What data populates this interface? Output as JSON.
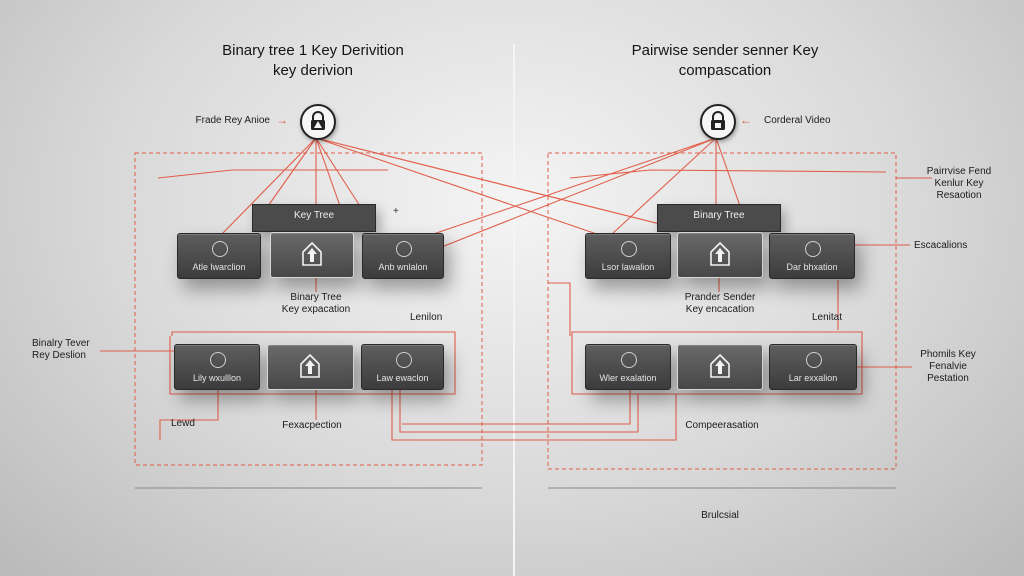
{
  "left": {
    "title_line1": "Binary tree 1 Key Derivition",
    "title_line2": "key derivion",
    "root_label": "Frade Rey Anioe",
    "header_box": "Key Tree",
    "row1": [
      "Atle lwarclion",
      "",
      "Anb wnlalon"
    ],
    "mid_label_line1": "Binary Tree",
    "mid_label_line2": "Key expacation",
    "side_label_line1": "Binalry Tever",
    "side_label_line2": "Rey Deslion",
    "small_right_label": "Lenilon",
    "row2": [
      "Lily wxulllon",
      "",
      "Law ewaclon"
    ],
    "bottom_left_label": "Lewd",
    "bottom_label": "Fexacpection"
  },
  "right": {
    "title_line1": "Pairwise sender senner Key",
    "title_line2": "compascation",
    "root_label": "Corderal Video",
    "header_box": "Binary Tree",
    "row1": [
      "Lsor lawalion",
      "",
      "Dar bhxation"
    ],
    "mid_label_line1": "Prander Sender",
    "mid_label_line2": "Key encacation",
    "small_label": "Lenitat",
    "row2": [
      "Wler exalation",
      "",
      "Lar exxalion"
    ],
    "bottom_label": "Compeerasation",
    "callout1_line1": "Pairrvise Fend",
    "callout1_line2": "Kenlur Key",
    "callout1_line3": "Resaotion",
    "callout2": "Escacalions",
    "callout3_line1": "Phomils Key",
    "callout3_line2": "Fenalvie",
    "callout3_line3": "Pestation"
  },
  "footer": "Brulcsial",
  "colors": {
    "accent": "#e0503a",
    "node_dark": "#4a4a4a"
  }
}
